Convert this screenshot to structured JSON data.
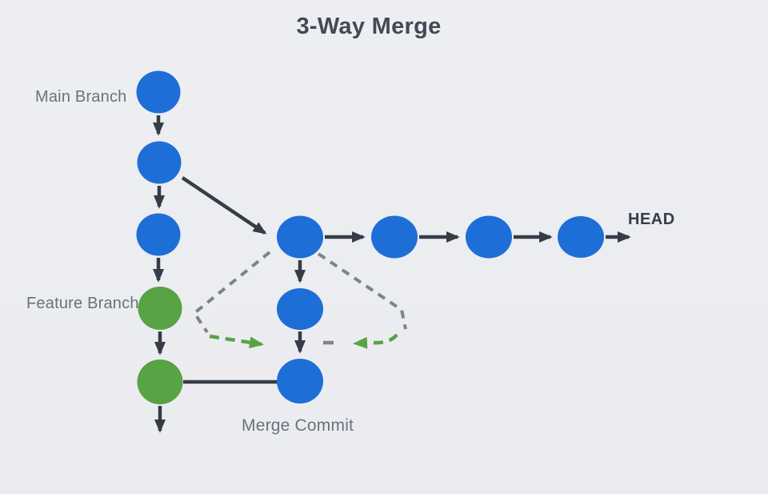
{
  "title": "3-Way Merge",
  "labels": {
    "main_branch": "Main Branch",
    "feature_branch": "Feature Branch",
    "merge_commit": "Merge Commit",
    "head": "HEAD"
  },
  "colors": {
    "background": "#ECEDF1",
    "commit_blue": "#1E6ED7",
    "commit_green": "#58A344",
    "solid_arrow": "#363C47",
    "dashed_gray": "#7D838D",
    "dashed_green": "#58A344",
    "label_text": "#6B717C",
    "title_text": "#424A57",
    "head_text": "#363D49"
  },
  "diagram": {
    "type": "git-commit-graph",
    "branches": [
      {
        "name": "Main Branch",
        "node_color": "#1E6ED7",
        "node_count": 3
      },
      {
        "name": "Feature Branch",
        "node_color": "#58A344",
        "node_count": 2
      }
    ],
    "merged_history": {
      "node_color": "#1E6ED7",
      "node_count": 4,
      "points_to": "HEAD"
    },
    "merge_column": {
      "node_color": "#1E6ED7",
      "node_count": 2,
      "last_node_label": "Merge Commit"
    },
    "connectors": {
      "solid_arrow_count": 12,
      "gray_dashed_paths": 2,
      "green_dashed_arrows": 2
    }
  }
}
